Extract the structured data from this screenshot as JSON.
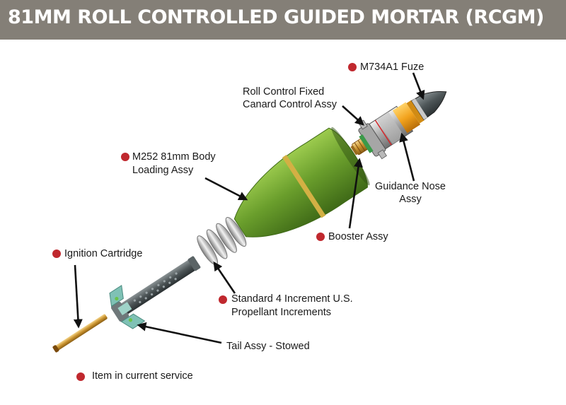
{
  "title": "81MM ROLL CONTROLLED GUIDED MORTAR (RCGM)",
  "labels": {
    "fuze": "M734A1 Fuze",
    "canard_line1": "Roll Control Fixed",
    "canard_line2": "Canard Control Assy",
    "body_line1": "M252 81mm Body",
    "body_line2": "Loading Assy",
    "guidance_line1": "Guidance Nose",
    "guidance_line2": "Assy",
    "booster": "Booster Assy",
    "ignition": "Ignition Cartridge",
    "propellant_line1": "Standard 4 Increment U.S.",
    "propellant_line2": "Propellant Increments",
    "tail": "Tail Assy - Stowed"
  },
  "legend": {
    "text": "Item in current service"
  },
  "colors": {
    "header_bg": "#847f77",
    "marker": "#c0282e",
    "body_green": "#6a9e2c",
    "guidance_orange": "#f2a21c",
    "brass": "#c9922e"
  }
}
